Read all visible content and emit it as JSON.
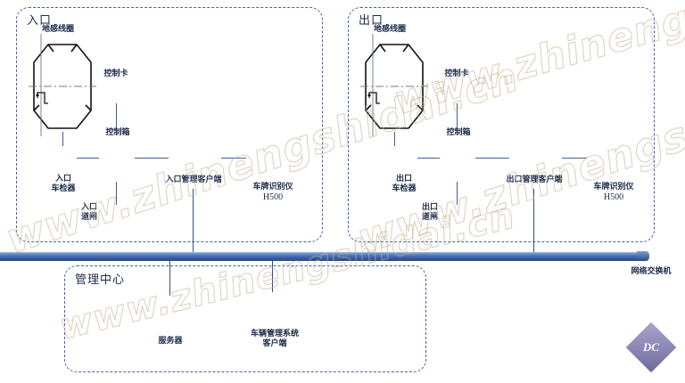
{
  "diagram": {
    "title": "Parking Lot Entrance/Exit System Topology",
    "accent_color": "#3f63a8",
    "bus_color": "#36589b",
    "label_color": "#1b2a4a",
    "watermark_text": "www.zhinengshidai.cn",
    "logo_text": "DC"
  },
  "entrance_panel": {
    "title": "入口",
    "loop_coil_label": "地感线圈",
    "control_card_label": "控制卡",
    "control_box_label": "控制箱",
    "detector_label_line1": "入口",
    "detector_label_line2": "车检器",
    "gate_label_line1": "入口",
    "gate_label_line2": "道闸",
    "client_label": "入口管理客户端",
    "camera_label_line1": "车牌识别仪",
    "camera_label_line2": "H500"
  },
  "exit_panel": {
    "title": "出口",
    "loop_coil_label": "地感线圈",
    "control_card_label": "控制卡",
    "control_box_label": "控制箱",
    "detector_label_line1": "出口",
    "detector_label_line2": "车检器",
    "gate_label_line1": "出口",
    "gate_label_line2": "道闸",
    "client_label": "出口管理客户端",
    "camera_label_line1": "车牌识别仪",
    "camera_label_line2": "H500"
  },
  "management_center_panel": {
    "title": "管理中心",
    "server_label": "服务器",
    "client_label_line1": "车辆管理系统",
    "client_label_line2": "客户端"
  },
  "network": {
    "switch_label": "网络交换机"
  }
}
